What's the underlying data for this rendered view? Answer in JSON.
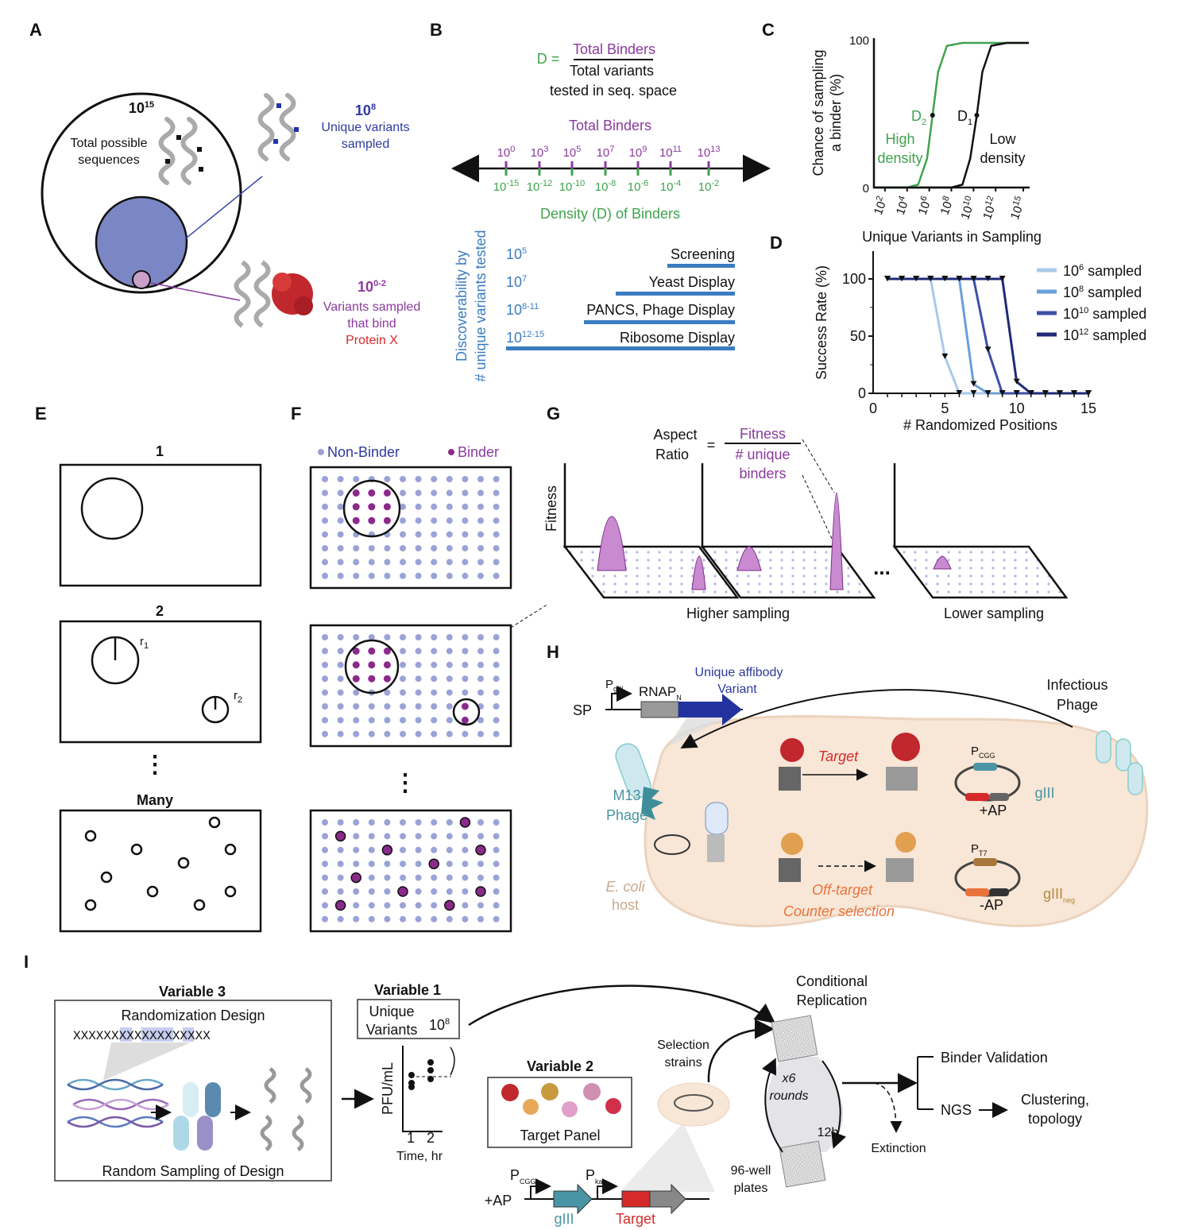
{
  "panel_labels": [
    "A",
    "B",
    "C",
    "D",
    "E",
    "F",
    "G",
    "H",
    "I"
  ],
  "colors": {
    "binder": "#8b2a8b",
    "non_binder": "#9ba3d6",
    "sampled": "#7b86c4",
    "density_green": "#3fa34d",
    "discover_blue": "#3a7cc0",
    "target_red": "#d62a2a",
    "teal": "#4a95a5",
    "offtarget_orange": "#e8743b",
    "cell": "#f8e6d6"
  },
  "panel_a": {
    "total_base": "10",
    "total_exp": "15",
    "total_l1": "Total possible",
    "total_l2": "sequences",
    "sampled_base": "10",
    "sampled_exp": "8",
    "sampled_l1": "Unique variants",
    "sampled_l2": "sampled",
    "bind_base": "10",
    "bind_exp": "0-2",
    "bind_l1": "Variants sampled",
    "bind_l2": "that bind",
    "bind_l3": "Protein X"
  },
  "panel_b": {
    "eq_lhs": "D =",
    "eq_num": "Total Binders",
    "eq_den1": "Total variants",
    "eq_den2": "tested in seq. space",
    "axis_title_top": "Total Binders",
    "top_ticks": [
      {
        "b": "10",
        "e": "0"
      },
      {
        "b": "10",
        "e": "3"
      },
      {
        "b": "10",
        "e": "5"
      },
      {
        "b": "10",
        "e": "7"
      },
      {
        "b": "10",
        "e": "9"
      },
      {
        "b": "10",
        "e": "11"
      },
      {
        "b": "10",
        "e": "13"
      }
    ],
    "bottom_ticks": [
      {
        "b": "10",
        "e": "-15"
      },
      {
        "b": "10",
        "e": "-12"
      },
      {
        "b": "10",
        "e": "-10"
      },
      {
        "b": "10",
        "e": "-8"
      },
      {
        "b": "10",
        "e": "-6"
      },
      {
        "b": "10",
        "e": "-4"
      },
      {
        "b": "10",
        "e": "-2"
      }
    ],
    "axis_title_bottom": "Density (D) of Binders",
    "discover_l1": "Discoverability by",
    "discover_l2": "# unique variants tested",
    "methods": [
      {
        "b": "10",
        "e": "5",
        "name": "Screening"
      },
      {
        "b": "10",
        "e": "7",
        "name": "Yeast Display"
      },
      {
        "b": "10",
        "e": "8-11",
        "name": "PANCS, Phage Display"
      },
      {
        "b": "10",
        "e": "12-15",
        "name": "Ribosome Display"
      }
    ]
  },
  "chart_data": [
    {
      "panel": "C",
      "type": "line",
      "xlabel": "Unique Variants in Sampling",
      "ylabel_l1": "Chance of sampling",
      "ylabel_l2": "a binder (%)",
      "x_scale": "log",
      "x_ticks": [
        {
          "b": "10",
          "e": "2"
        },
        {
          "b": "10",
          "e": "4"
        },
        {
          "b": "10",
          "e": "6"
        },
        {
          "b": "10",
          "e": "8"
        },
        {
          "b": "10",
          "e": "10"
        },
        {
          "b": "10",
          "e": "12"
        },
        {
          "b": "10",
          "e": "15"
        }
      ],
      "y_ticks": [
        "0",
        "100"
      ],
      "ylim": [
        0,
        100
      ],
      "series": [
        {
          "label": "D",
          "sub": "2",
          "desc_l1": "High",
          "desc_l2": "density",
          "color": "#3fa34d",
          "x_log10": [
            1,
            4,
            5,
            5.8,
            6.3,
            6.8,
            7.6,
            9,
            15
          ],
          "y": [
            0,
            0,
            2,
            20,
            50,
            80,
            98,
            100,
            100
          ]
        },
        {
          "label": "D",
          "sub": "1",
          "desc_l1": "Low",
          "desc_l2": "density",
          "color": "#111111",
          "x_log10": [
            1,
            8,
            9,
            9.7,
            10.3,
            10.8,
            11.6,
            13,
            15
          ],
          "y": [
            0,
            0,
            2,
            20,
            50,
            80,
            98,
            100,
            100
          ]
        }
      ]
    },
    {
      "panel": "D",
      "type": "line",
      "xlabel": "# Randomized Positions",
      "ylabel": "Success Rate (%)",
      "xlim": [
        0,
        15
      ],
      "ylim": [
        0,
        120
      ],
      "x_ticks": [
        "0",
        "5",
        "10",
        "15"
      ],
      "y_ticks": [
        "0",
        "50",
        "100"
      ],
      "legend": "right",
      "x": [
        1,
        2,
        3,
        4,
        5,
        6,
        7,
        8,
        9,
        10,
        11,
        12,
        13,
        14,
        15
      ],
      "series": [
        {
          "b": "10",
          "e": "6",
          "name": "sampled",
          "color": "#a9c9ea",
          "values": [
            100,
            100,
            100,
            100,
            32,
            0,
            0,
            0,
            0,
            0,
            0,
            0,
            0,
            0,
            0
          ]
        },
        {
          "b": "10",
          "e": "8",
          "name": "sampled",
          "color": "#6a9fd8",
          "values": [
            100,
            100,
            100,
            100,
            100,
            100,
            8,
            0,
            0,
            0,
            0,
            0,
            0,
            0,
            0
          ]
        },
        {
          "b": "10",
          "e": "10",
          "name": "sampled",
          "color": "#3d4fa8",
          "values": [
            100,
            100,
            100,
            100,
            100,
            100,
            100,
            38,
            0,
            0,
            0,
            0,
            0,
            0,
            0
          ]
        },
        {
          "b": "10",
          "e": "12",
          "name": "sampled",
          "color": "#1f2a78",
          "values": [
            100,
            100,
            100,
            100,
            100,
            100,
            100,
            100,
            100,
            10,
            0,
            0,
            0,
            0,
            0
          ]
        }
      ]
    }
  ],
  "panel_e": {
    "step1": "1",
    "step2": "2",
    "r1": "r",
    "r1_sub": "1",
    "r2": "r",
    "r2_sub": "2",
    "ellipsis": "⋮",
    "many": "Many"
  },
  "panel_f": {
    "legend_non_binder": "Non-Binder",
    "legend_binder": "Binder",
    "ellipsis": "⋮"
  },
  "panel_g": {
    "aspect_l1": "Aspect",
    "aspect_l2": "Ratio",
    "equals": "=",
    "num": "Fitness",
    "den1": "# unique",
    "den2": "binders",
    "y_axis": "Fitness",
    "dots": "...",
    "higher": "Higher sampling",
    "lower": "Lower sampling"
  },
  "panel_h": {
    "affibody_l1": "Unique affibody",
    "affibody_l2": "Variant",
    "sp": "SP",
    "p_gIII": "P",
    "p_gIII_sub": "gIII",
    "rnap": "RNAP",
    "rnap_sub": "N",
    "infectious_l1": "Infectious",
    "infectious_l2": "Phage",
    "m13_l1": "M13",
    "m13_l2": "Phage",
    "target": "Target",
    "p_cgg": "P",
    "p_cgg_sub": "CGG",
    "giii": "gIII",
    "plus_ap": "+AP",
    "ecoli_l1": "E. coli",
    "ecoli_l2": "host",
    "offtarget_l1": "Off-target",
    "offtarget_l2": "Counter selection",
    "p_t7": "P",
    "p_t7_sub": "T7",
    "giii_neg": "gIII",
    "giii_neg_sub": "neg",
    "minus_ap": "-AP"
  },
  "panel_i": {
    "var3_title": "Variable 3",
    "rand_design": "Randomization Design",
    "sequence": "XXXXXXXXXXXXXXXXXX",
    "random_sampling": "Random Sampling of Design",
    "var1_title": "Variable 1",
    "unique": "Unique",
    "variants": "Variants",
    "var1_b": "10",
    "var1_e": "8",
    "pfu": "PFU/mL",
    "t1": "1",
    "t2": "2",
    "time": "Time, hr",
    "var2_title": "Variable 2",
    "target_panel": "Target Panel",
    "selection_l1": "Selection",
    "selection_l2": "strains",
    "cond_l1": "Conditional",
    "cond_l2": "Replication",
    "x6": "x6",
    "rounds": "rounds",
    "h12": "12h",
    "well_l1": "96-well",
    "well_l2": "plates",
    "extinction": "Extinction",
    "binder_validation": "Binder Validation",
    "ngs": "NGS",
    "clustering_l1": "Clustering,",
    "clustering_l2": "topology",
    "plus_ap": "+AP",
    "p_cgg": "P",
    "p_cgg_sub": "CGG",
    "p_kat": "P",
    "p_kat_sub": "kat",
    "giii": "gIII",
    "target": "Target"
  }
}
